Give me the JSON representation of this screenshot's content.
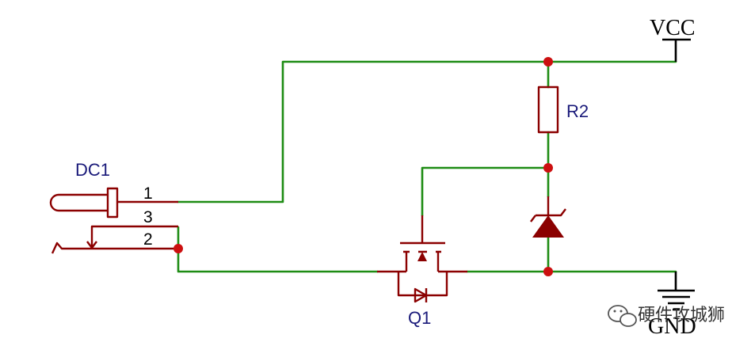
{
  "schematic": {
    "power": {
      "vcc": "VCC",
      "gnd": "GND"
    },
    "components": {
      "dc1": {
        "designator": "DC1",
        "pins": [
          "1",
          "3",
          "2"
        ]
      },
      "r2": {
        "designator": "R2"
      },
      "q1": {
        "designator": "Q1"
      }
    }
  },
  "watermark": {
    "text": "硬件攻城狮"
  },
  "colors": {
    "wire": "#1e8c14",
    "component": "#8b0000",
    "junction": "#cc1010",
    "designator": "#1a1a7a"
  }
}
